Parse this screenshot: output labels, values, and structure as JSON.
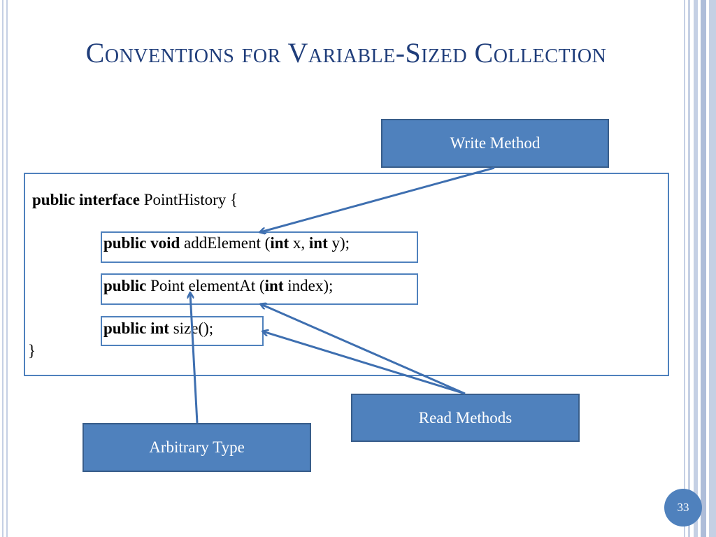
{
  "slide": {
    "title": "Conventions for Variable-Sized Collection",
    "page_number": "33"
  },
  "labels": {
    "write_method": "Write Method",
    "read_methods": "Read Methods",
    "arbitrary_type": "Arbitrary Type"
  },
  "code": {
    "line1": {
      "kw": "public interface",
      "rest": " PointHistory {"
    },
    "line2": {
      "kw1": "public void",
      "t1": " addElement (",
      "kw2": "int",
      "t2": " x, ",
      "kw3": "int",
      "t3": " y);"
    },
    "line3": {
      "kw1": "public",
      "t1": " Point elementAt (",
      "kw2": "int",
      "t2": " index);"
    },
    "line4": {
      "kw": "public int",
      "rest": " size();"
    },
    "line5": "}"
  },
  "colors": {
    "accent": "#4f81bd",
    "accent_border": "#385d8a",
    "title": "#1f3d7a",
    "frame": "#c5d0e4"
  }
}
